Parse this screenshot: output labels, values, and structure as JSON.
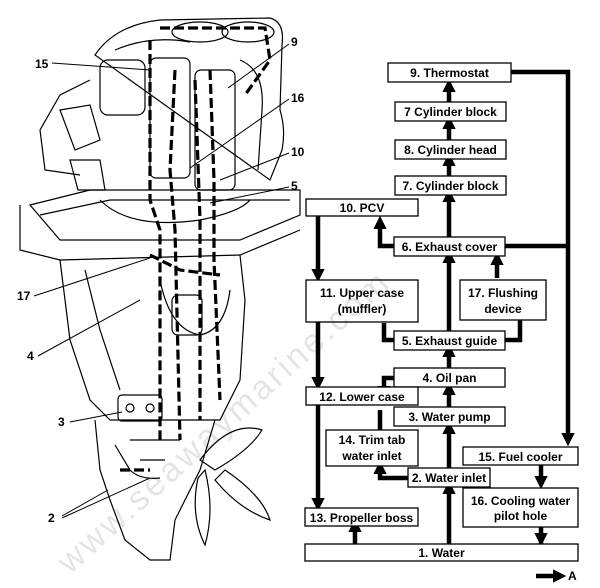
{
  "boxes": [
    {
      "id": "b9",
      "label": "9. Thermostat"
    },
    {
      "id": "b7a",
      "label": "7 Cylinder block"
    },
    {
      "id": "b8",
      "label": "8. Cylinder head"
    },
    {
      "id": "b7b",
      "label": "7. Cylinder block"
    },
    {
      "id": "b10",
      "label": "10. PCV"
    },
    {
      "id": "b6",
      "label": "6. Exhaust cover"
    },
    {
      "id": "b11",
      "label": "11. Upper case",
      "label2": "(muffler)"
    },
    {
      "id": "b17",
      "label": "17. Flushing",
      "label2": "device"
    },
    {
      "id": "b5",
      "label": "5. Exhaust guide"
    },
    {
      "id": "b4",
      "label": "4. Oil pan"
    },
    {
      "id": "b12",
      "label": "12. Lower case"
    },
    {
      "id": "b3",
      "label": "3. Water pump"
    },
    {
      "id": "b14",
      "label": "14. Trim tab",
      "label2": "water inlet"
    },
    {
      "id": "b15",
      "label": "15. Fuel cooler"
    },
    {
      "id": "b2",
      "label": "2. Water inlet"
    },
    {
      "id": "b13",
      "label": "13. Propeller boss"
    },
    {
      "id": "b16",
      "label": "16. Cooling water",
      "label2": "pilot hole"
    },
    {
      "id": "b1",
      "label": "1. Water"
    }
  ],
  "legend_arrow_label": "A",
  "callouts": [
    "15",
    "9",
    "16",
    "10",
    "5",
    "17",
    "4",
    "3",
    "2"
  ],
  "watermark": "www.seawaymarine.com"
}
